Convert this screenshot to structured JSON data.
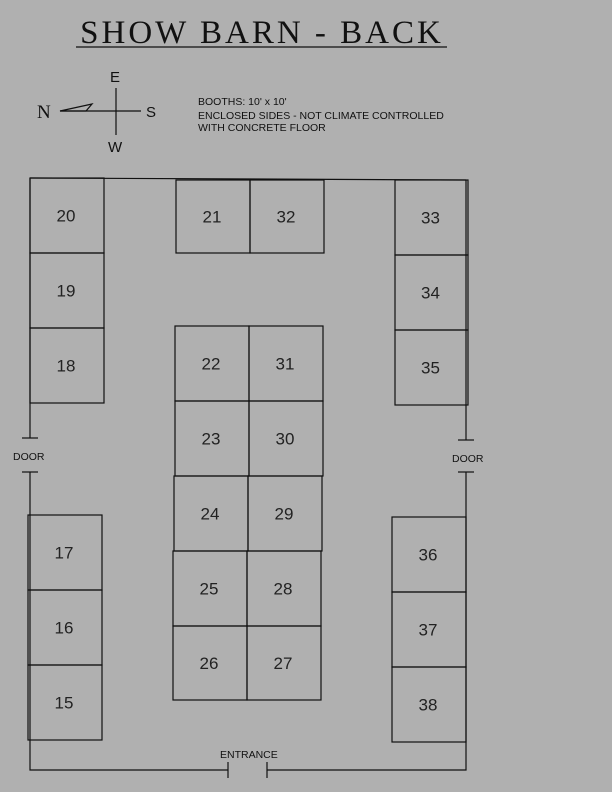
{
  "title": "SHOW BARN - BACK",
  "compass": {
    "north": "N",
    "east": "E",
    "south": "S",
    "west": "W"
  },
  "notes": [
    "BOOTHS: 10' x 10'",
    "ENCLOSED SIDES - NOT CLIMATE CONTROLLED",
    "WITH CONCRETE FLOOR"
  ],
  "door_label": "DOOR",
  "entrance_label": "ENTRANCE",
  "booths": [
    "20",
    "19",
    "18",
    "21",
    "32",
    "22",
    "31",
    "23",
    "30",
    "24",
    "29",
    "25",
    "28",
    "26",
    "27",
    "33",
    "34",
    "35",
    "17",
    "16",
    "15",
    "36",
    "37",
    "38"
  ]
}
